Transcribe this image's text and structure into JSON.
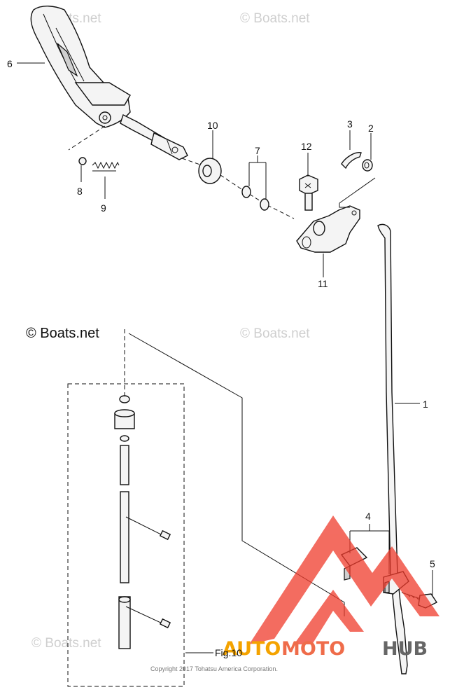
{
  "callouts": {
    "p1": "1",
    "p2": "2",
    "p3": "3",
    "p4": "4",
    "p5": "5",
    "p6": "6",
    "p7": "7",
    "p8": "8",
    "p9": "9",
    "p10": "10",
    "p11": "11",
    "p12": "12"
  },
  "watermarks": {
    "top_left": "© Boats.net",
    "top_right": "© Boats.net",
    "mid_left": "© Boats.net",
    "mid_right": "© Boats.net",
    "bottom_left": "© Boats.net"
  },
  "figure_label": "Fig.10",
  "copyright": "Copyright 2017 Tohatsu America Corporation.",
  "logo": {
    "part1": "AUTO",
    "part2": "MOTO",
    "part3": "HUB"
  },
  "colors": {
    "logo_triangle": "#ef3b2c",
    "logo_auto": "#f4a300",
    "logo_moto": "#ef6c4a",
    "logo_hub": "#666666"
  }
}
